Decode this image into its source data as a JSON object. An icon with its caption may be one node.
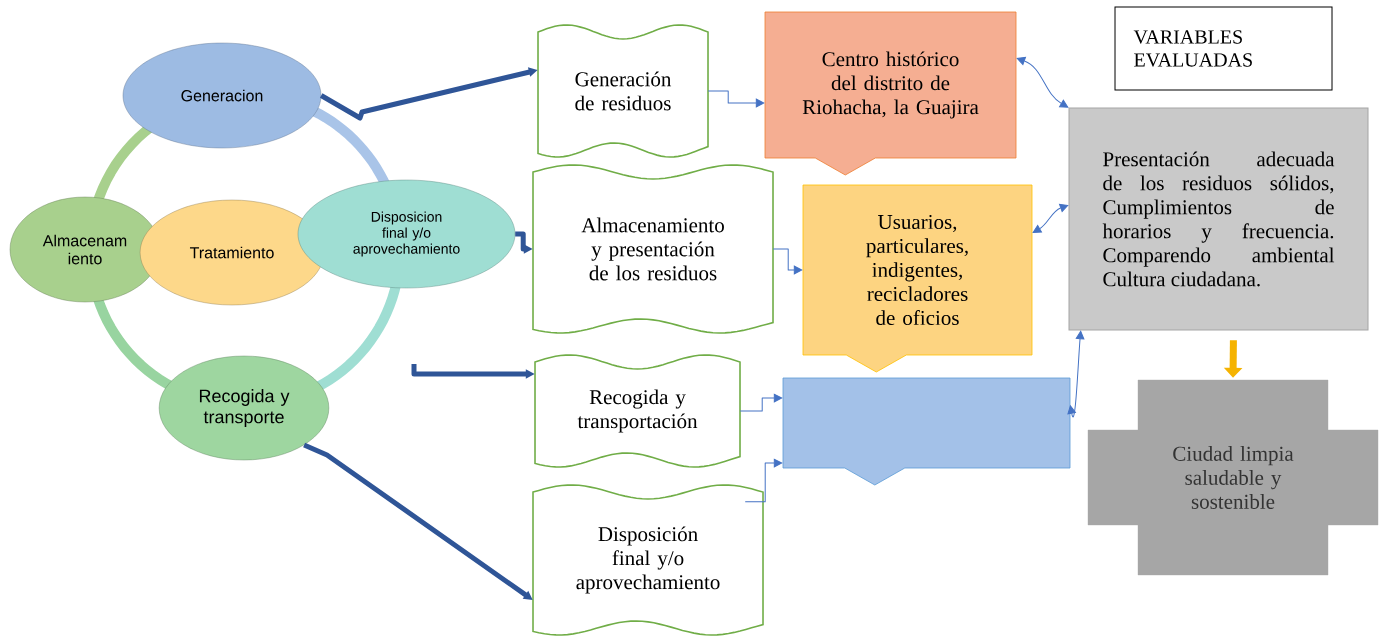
{
  "diagram": {
    "nodes": [
      {
        "text": [
          "Generacion"
        ]
      },
      {
        "text": [
          "Almacenam iento"
        ]
      },
      {
        "text": [
          "Tratamiento"
        ]
      },
      {
        "text": [
          "Disposicion final y/o aprovechamiento"
        ]
      },
      {
        "text": [
          "Recogida y transporte"
        ]
      },
      {
        "text": [
          "Generación de residuos"
        ]
      },
      {
        "text": [
          "Almacenamiento y presentación de los residuos"
        ]
      },
      {
        "text": [
          "Recogida y transportación"
        ]
      },
      {
        "text": [
          "Disposición final y/o aprovechamiento"
        ]
      },
      {
        "text": [
          "Centro histórico del distrito de Riohacha, la Guajira"
        ]
      },
      {
        "text": [
          "Usuarios, particulares, indigentes, recicladores de oficios"
        ]
      },
      {
        "text": [],
        "shape": "box"
      },
      {
        "text": [
          "VARIABLES EVALUADAS"
        ]
      },
      {
        "text": [
          "Presentación adecuada de los residuos sólidos, Cumplimientos de horarios y frecuencia. Comparendo ambiental Cultura ciudadana."
        ]
      },
      {
        "text": [
          "Ciudad limpia saludable y sostenible"
        ]
      }
    ],
    "edges": [
      {
        "from": 0,
        "to": 5,
        "arrow": "to",
        "style": "thick",
        "color": "#2f5597"
      },
      {
        "from": 3,
        "to": 6,
        "arrow": "to",
        "style": "thick",
        "color": "#2f5597"
      },
      {
        "from": null,
        "to": 7,
        "arrow": "to",
        "style": "thick",
        "color": "#2f5597"
      },
      {
        "from": 4,
        "to": 8,
        "arrow": "to",
        "style": "thick",
        "color": "#2f5597"
      },
      {
        "from": 5,
        "to": 9,
        "arrow": "to"
      },
      {
        "from": 6,
        "to": 10,
        "arrow": "to"
      },
      {
        "from": 7,
        "to": 11,
        "arrow": "to"
      },
      {
        "from": 8,
        "to": 11,
        "arrow": "to"
      },
      {
        "from": 9,
        "to": 13,
        "arrow": "both"
      },
      {
        "from": 10,
        "to": 13,
        "arrow": "both"
      },
      {
        "from": 11,
        "to": 13,
        "arrow": "both"
      },
      {
        "from": 13,
        "to": 14,
        "arrow": "to",
        "style": "thick",
        "color": "#f5b301"
      }
    ]
  }
}
